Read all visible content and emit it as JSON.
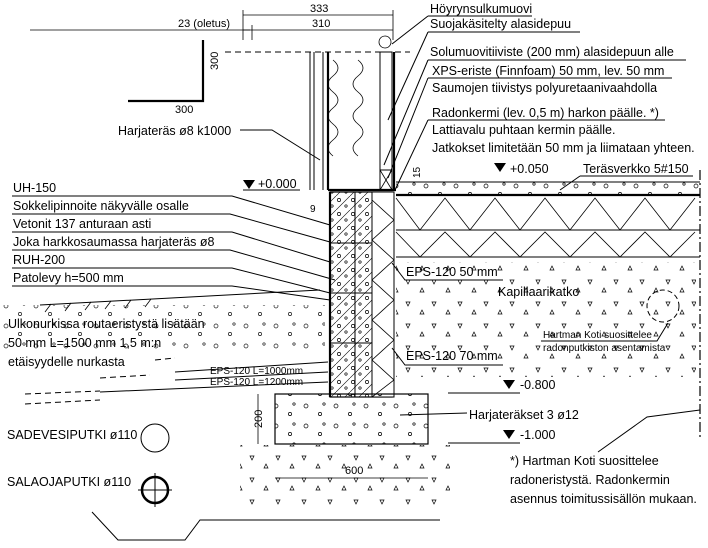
{
  "title": "Sokkelirakenne – leikkaus",
  "dimensions": {
    "wall_total": "333",
    "wall_frame": "310",
    "cladding": "23 (oletus)",
    "bracket_v": "300",
    "bracket_h": "300",
    "gap_9": "9",
    "gap_15": "15",
    "footing_height": "200",
    "footing_width": "600"
  },
  "levels": {
    "ground": "+0.000",
    "floor": "+0.050",
    "frost": "-0.800",
    "footing_bottom": "-1.000"
  },
  "labels_right": [
    "Höyrynsulkumuovi",
    "Suojakäsitelty alasidepuu",
    "Solumuovitiiviste (200 mm) alasidepuun alle",
    "XPS-eriste (Finnfoam) 50 mm, lev. 50 mm",
    "Saumojen tiivistys polyuretaanivaahdolla",
    "Radonkermi (lev. 0,5 m) harkon päälle. *)",
    "Lattiavalu puhtaan kermin päälle.",
    "Jatkokset limitetään 50 mm ja liimataan yhteen.",
    "Teräsverkko 5#150"
  ],
  "labels_left": [
    "Harjateräs ø8 k1000",
    "UH-150",
    "Sokkelipinnoite näkyvälle osalle",
    "Vetonit 137 anturaan asti",
    "Joka harkkosaumassa harjateräs ø8",
    "RUH-200",
    "Patolevy h=500 mm"
  ],
  "corner_note": [
    "Ulkonurkissa routaeristystä lisätään",
    "50 mm L=1500 mm 1,5 m:n",
    "etäisyydelle nurkasta"
  ],
  "eps_ground": [
    "EPS-120 L=1000mm",
    "EPS-120 L=1200mm"
  ],
  "eps_slab": [
    "EPS-120 50 mm",
    "EPS-120 70 mm"
  ],
  "capillary": "Kapillaarikatko",
  "radon_pipe_note": [
    "Hartman Koti suosittelee",
    "radonputkiston asentamista"
  ],
  "footing_rebar": "Harjateräkset 3 ø12",
  "pipes": {
    "storm": "SADEVESIPUTKI ø110",
    "drain": "SALAOJAPUTKI ø110"
  },
  "footnote": [
    "*) Hartman Koti suosittelee",
    "radoneristystä. Radonkermin",
    "asennus toimitussisällön mukaan."
  ]
}
